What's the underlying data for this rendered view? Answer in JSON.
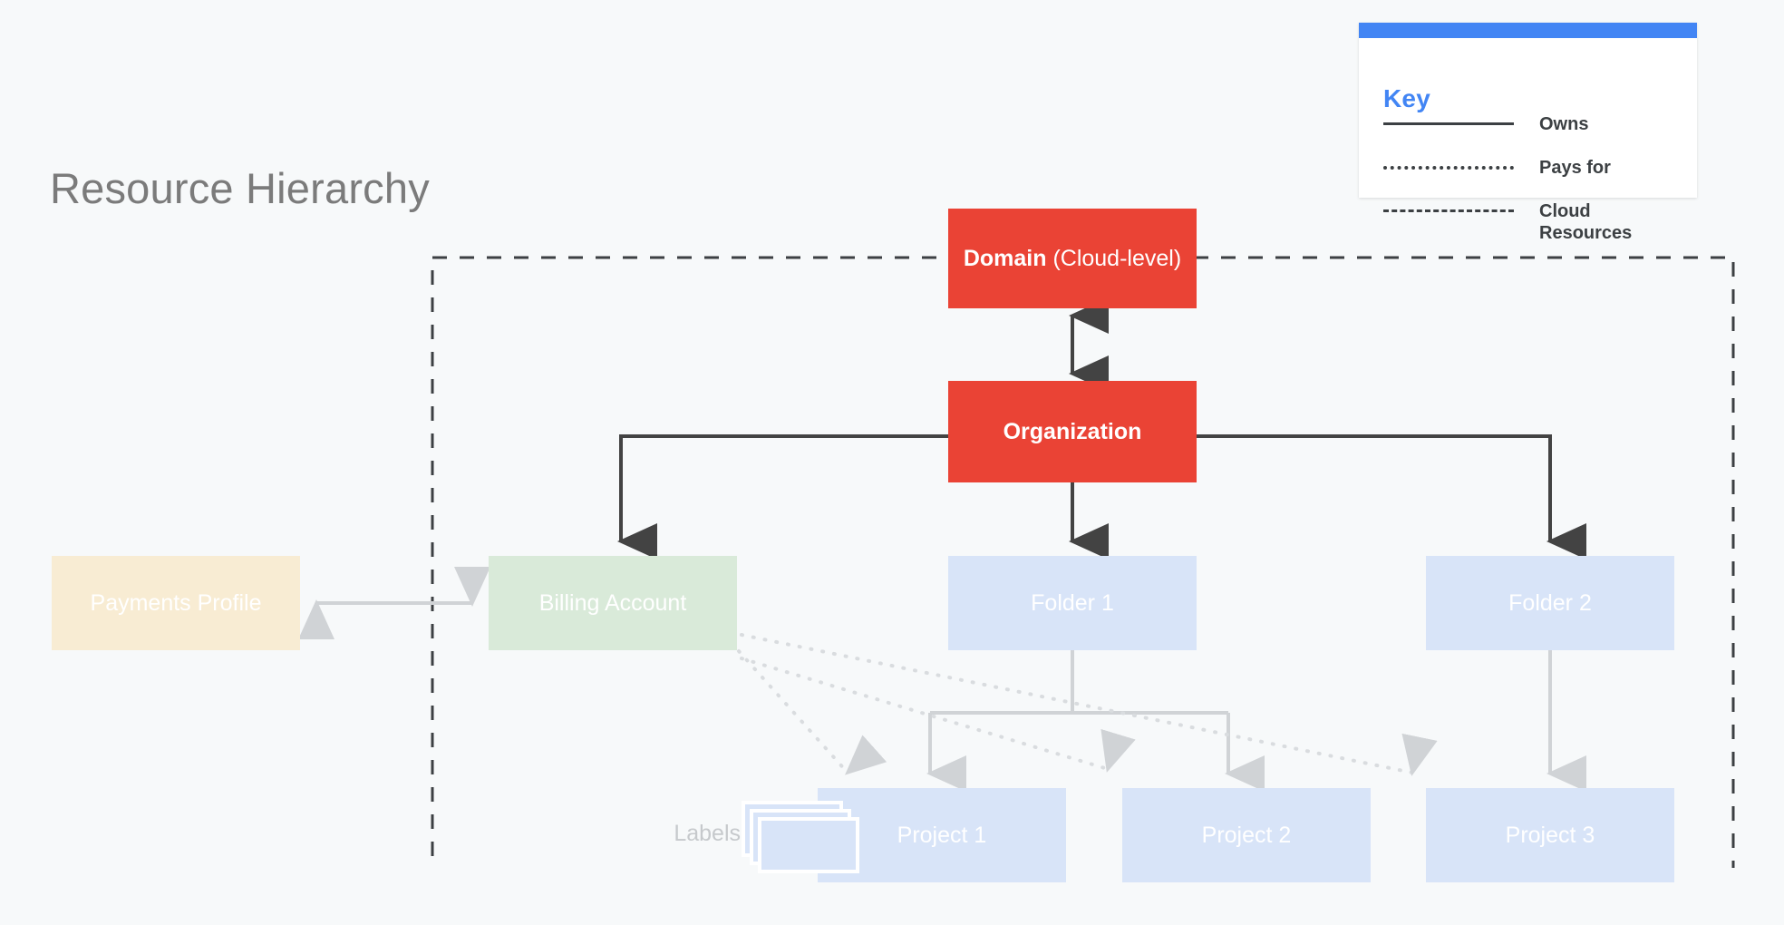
{
  "page": {
    "title": "Resource Hierarchy",
    "background": "#F7F9FA"
  },
  "colors": {
    "red": "#EA4335",
    "blue_accent": "#4285F4",
    "folder_blue": "#D8E4F8",
    "billing_green": "#D9EAD9",
    "payments_beige": "#F8ECD3",
    "line_dark": "#3C4043",
    "line_light": "#D0D3D6",
    "title_grey": "#7B7B7B"
  },
  "key": {
    "heading": "Key",
    "rows": [
      {
        "style": "solid",
        "label": "Owns"
      },
      {
        "style": "dotted",
        "label": "Pays for"
      },
      {
        "style": "dashed",
        "label": "Cloud Resources"
      }
    ]
  },
  "nodes": {
    "domain": {
      "label_bold": "Domain",
      "label_regular": " (Cloud-level)"
    },
    "org": {
      "label": "Organization"
    },
    "payments": {
      "label": "Payments Profile"
    },
    "billing": {
      "label": "Billing Account"
    },
    "folder1": {
      "label": "Folder 1"
    },
    "folder2": {
      "label": "Folder 2"
    },
    "project1": {
      "label": "Project 1"
    },
    "project2": {
      "label": "Project 2"
    },
    "project3": {
      "label": "Project 3"
    },
    "labels": {
      "label": "Labels"
    }
  },
  "edges": [
    {
      "from": "domain",
      "to": "org",
      "type": "owns",
      "arrow": "double"
    },
    {
      "from": "org",
      "to": "billing",
      "type": "owns",
      "arrow": "single"
    },
    {
      "from": "org",
      "to": "folder1",
      "type": "owns",
      "arrow": "single"
    },
    {
      "from": "org",
      "to": "folder2",
      "type": "owns",
      "arrow": "single"
    },
    {
      "from": "payments",
      "to": "billing",
      "type": "owns",
      "arrow": "double"
    },
    {
      "from": "folder1",
      "to": "project1",
      "type": "owns",
      "arrow": "single"
    },
    {
      "from": "folder1",
      "to": "project2",
      "type": "owns",
      "arrow": "single"
    },
    {
      "from": "folder2",
      "to": "project3",
      "type": "owns",
      "arrow": "single"
    },
    {
      "from": "billing",
      "to": "project1",
      "type": "pays-for",
      "arrow": "single"
    },
    {
      "from": "billing",
      "to": "project2",
      "type": "pays-for",
      "arrow": "single"
    },
    {
      "from": "billing",
      "to": "project3",
      "type": "pays-for",
      "arrow": "single"
    }
  ],
  "boundary": {
    "type": "cloud-resources",
    "style": "dashed"
  }
}
